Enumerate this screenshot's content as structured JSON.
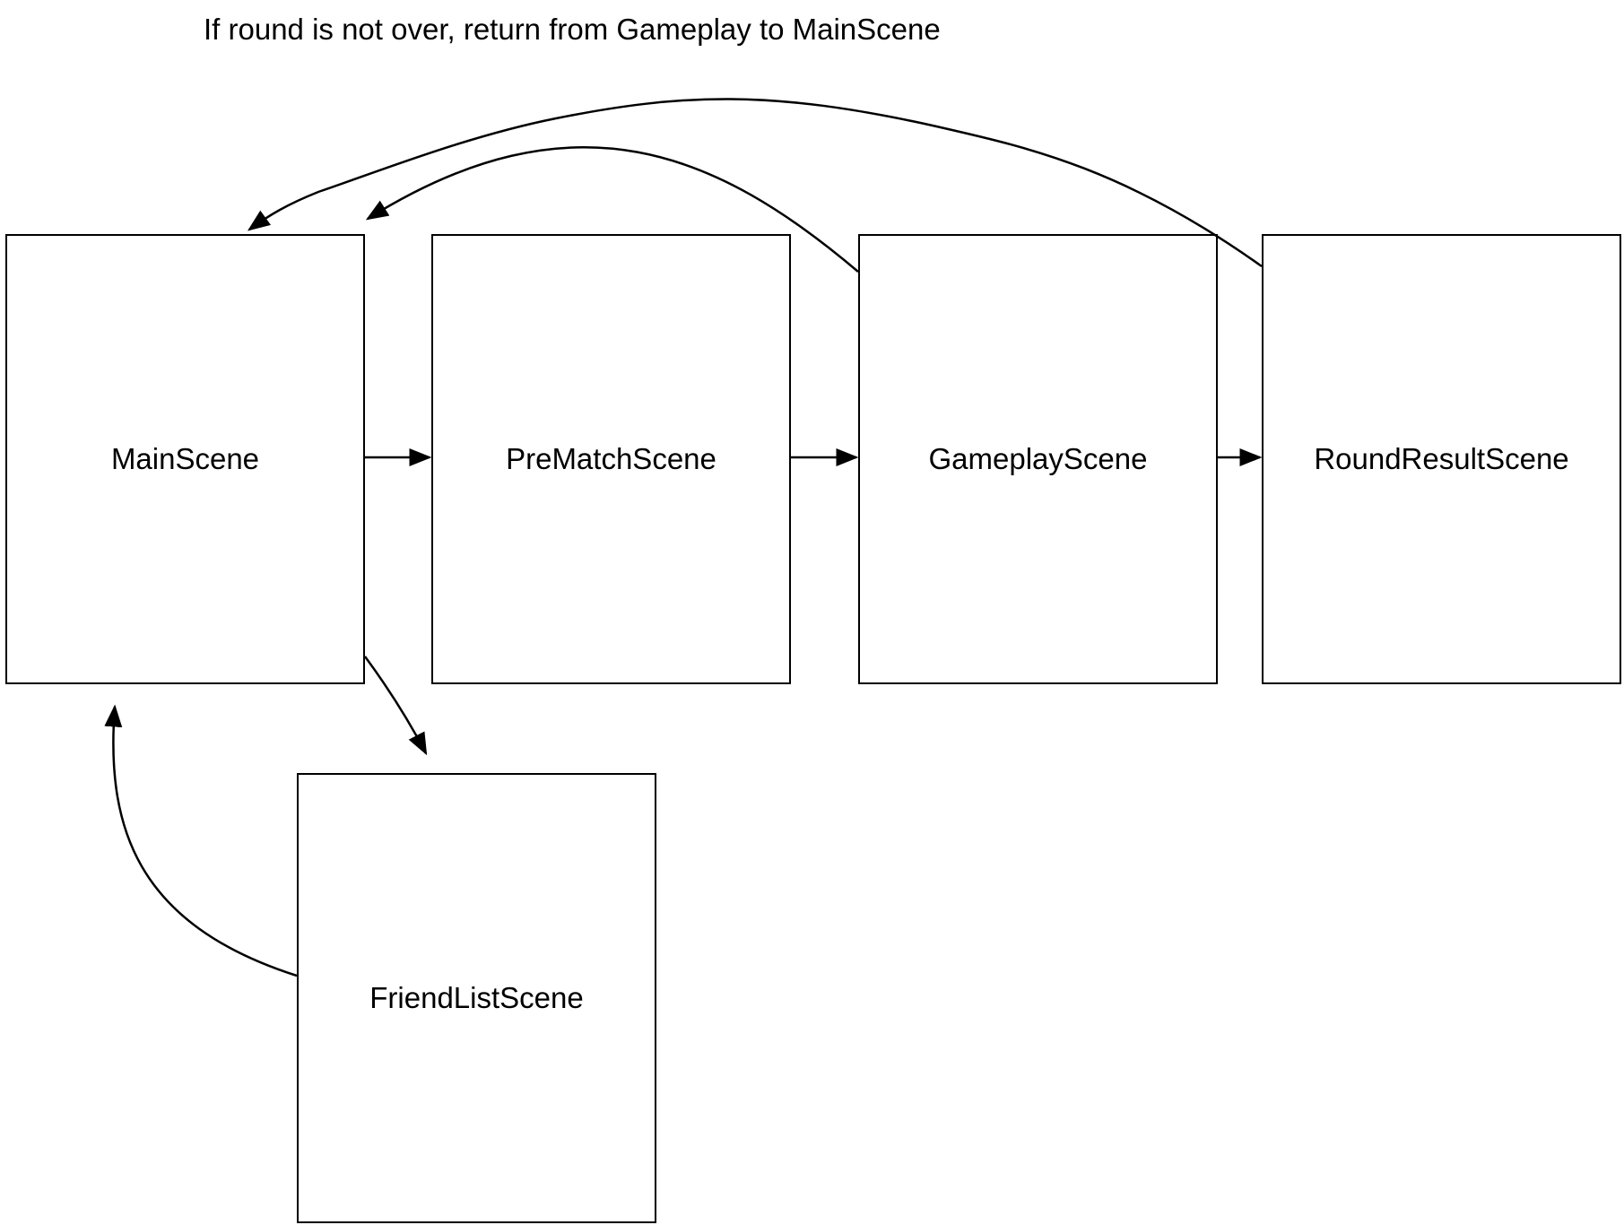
{
  "annotation": "If round is not over, return from Gameplay to MainScene",
  "nodes": {
    "main": "MainScene",
    "prematch": "PreMatchScene",
    "gameplay": "GameplayScene",
    "round_result": "RoundResultScene",
    "friend_list": "FriendListScene"
  },
  "edges": [
    {
      "from": "MainScene",
      "to": "PreMatchScene"
    },
    {
      "from": "PreMatchScene",
      "to": "GameplayScene"
    },
    {
      "from": "GameplayScene",
      "to": "RoundResultScene"
    },
    {
      "from": "GameplayScene",
      "to": "MainScene"
    },
    {
      "from": "RoundResultScene",
      "to": "MainScene"
    },
    {
      "from": "MainScene",
      "to": "FriendListScene"
    },
    {
      "from": "FriendListScene",
      "to": "MainScene"
    }
  ],
  "colors": {
    "stroke": "#000000",
    "background": "#ffffff"
  }
}
